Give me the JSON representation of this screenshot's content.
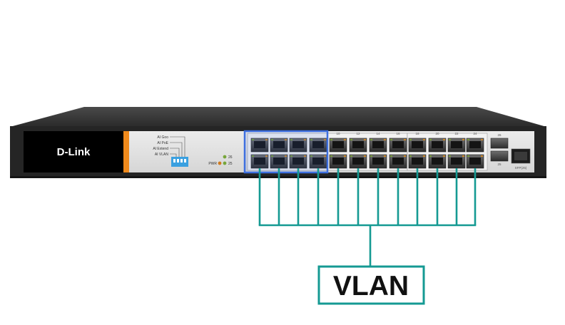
{
  "brand": {
    "logo_text": "D-Link"
  },
  "dip_switch": {
    "labels": [
      "AI Goo",
      "AI PoE",
      "AI Extend",
      "AI VLAN"
    ]
  },
  "leds": {
    "pwr_label": "PWR",
    "port_26_label": "26",
    "port_25_label": "25"
  },
  "ports": {
    "top_numbers": [
      "10",
      "12",
      "14",
      "16",
      "18",
      "20",
      "22",
      "24"
    ],
    "uplink_top_number": "26",
    "uplink_bottom_number": "25",
    "sfp_label": "SFP(25)"
  },
  "diagram": {
    "vlan_label": "VLAN"
  },
  "colors": {
    "chassis": "#2b2b2b",
    "front_panel": "#e4e4e4",
    "brand_accent": "#f08a1c",
    "highlight_blue": "#3d6fe0",
    "vlan_teal": "#159a93",
    "dip_blue": "#3aa0e0",
    "led_green": "#77a63a",
    "led_orange": "#d07a1e"
  }
}
